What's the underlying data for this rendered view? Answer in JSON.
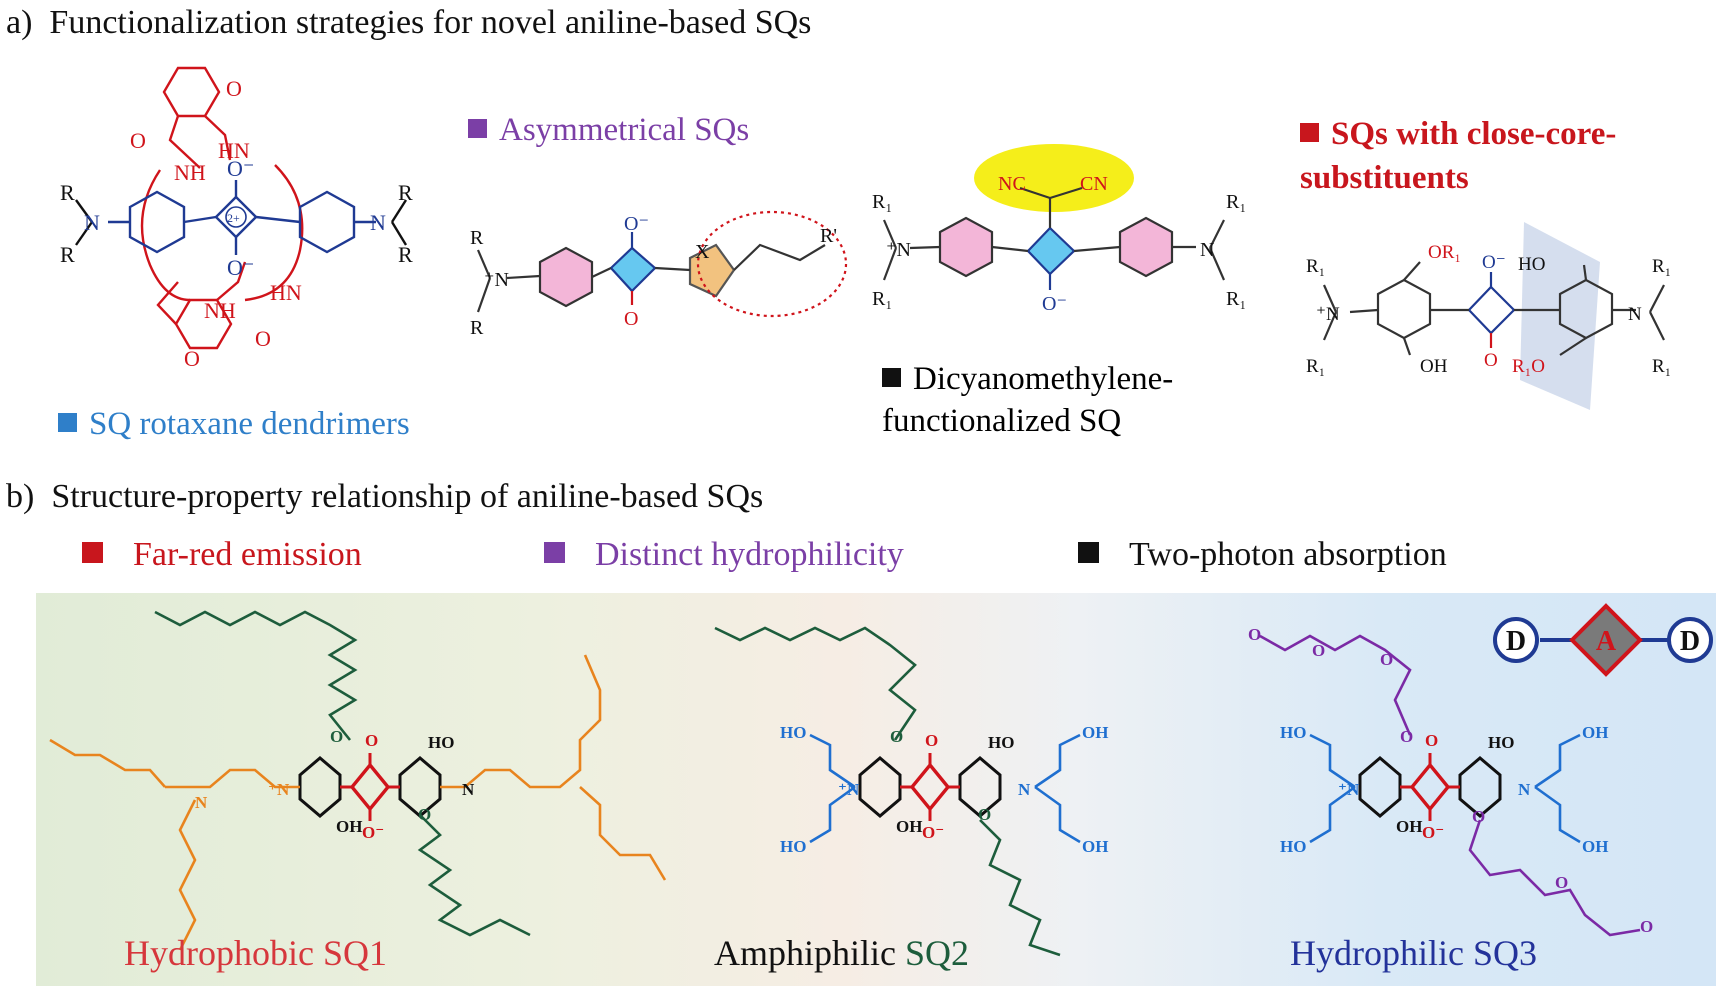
{
  "panel_a": {
    "label": "a)",
    "title": "Functionalization strategies for novel aniline-based SQs",
    "categories": {
      "rotaxane": {
        "text": "SQ rotaxane dendrimers",
        "color": "#2f7fc9",
        "square_color": "#2f7fc9"
      },
      "asymmetrical": {
        "text": "Asymmetrical  SQs",
        "color": "#7b3fa6",
        "square_color": "#7b3fa6"
      },
      "dicyano_line1": {
        "text": "Dicyanomethylene-",
        "color": "#111111",
        "square_color": "#111111"
      },
      "dicyano_line2": {
        "text": "functionalized SQ"
      },
      "closecore_line1": {
        "text": "SQs with close-core-",
        "color": "#c8161d",
        "square_color": "#c8161d"
      },
      "closecore_line2": {
        "text": "substituents"
      }
    },
    "structure_labels": {
      "nh": "NH",
      "hn": "HN",
      "o": "O",
      "o_minus": "O⁻",
      "charge": "2+",
      "r": "R",
      "r_prime": "R'",
      "n": "N",
      "n_plus": "⁺N",
      "x": "X",
      "nc": "NC",
      "cn": "CN",
      "r1": "R₁",
      "or1": "OR₁",
      "r1o": "R₁O",
      "ho": "HO",
      "oh": "OH"
    }
  },
  "panel_b": {
    "label": "b)",
    "title": "Structure-property relationship of aniline-based SQs",
    "properties": [
      {
        "text": "Far-red emission",
        "color": "#c8161d",
        "square_color": "#c8161d"
      },
      {
        "text": "Distinct hydrophilicity",
        "color": "#7b3fa6",
        "square_color": "#7b3fa6"
      },
      {
        "text": "Two-photon absorption",
        "color": "#111111",
        "square_color": "#111111"
      }
    ],
    "molecules": {
      "sq1": {
        "prefix": "Hydrophobic ",
        "name": "SQ1",
        "prefix_color": "#d6373c",
        "name_color": "#d6373c"
      },
      "sq2": {
        "prefix": "Amphiphilic ",
        "name": "SQ2",
        "prefix_color": "#111111",
        "name_color": "#1d5d3c"
      },
      "sq3": {
        "prefix": "Hydrophilic ",
        "name": "SQ3",
        "prefix_color": "#23329a",
        "name_color": "#23329a"
      }
    },
    "dad_logo": {
      "donor": "D",
      "acceptor": "A"
    },
    "atom_labels": {
      "ho": "HO",
      "oh": "OH",
      "o": "O",
      "o_minus": "O⁻",
      "n": "N",
      "n_plus": "⁺N",
      "n_plus_reverse": "N⁺"
    }
  },
  "colors": {
    "red": "#d0141b",
    "blue_core": "#1f3a93",
    "pink_ring": "#f3b6d8",
    "cyan_core": "#66c8f0",
    "orange_chain": "#e8841e",
    "green_chain": "#1d5d3c",
    "hydroxyl_blue": "#1f6fd0",
    "peg_purple": "#7b2aa5",
    "highlight_yellow": "#f5ee1a",
    "five_ring_orange": "#f2c27f"
  }
}
